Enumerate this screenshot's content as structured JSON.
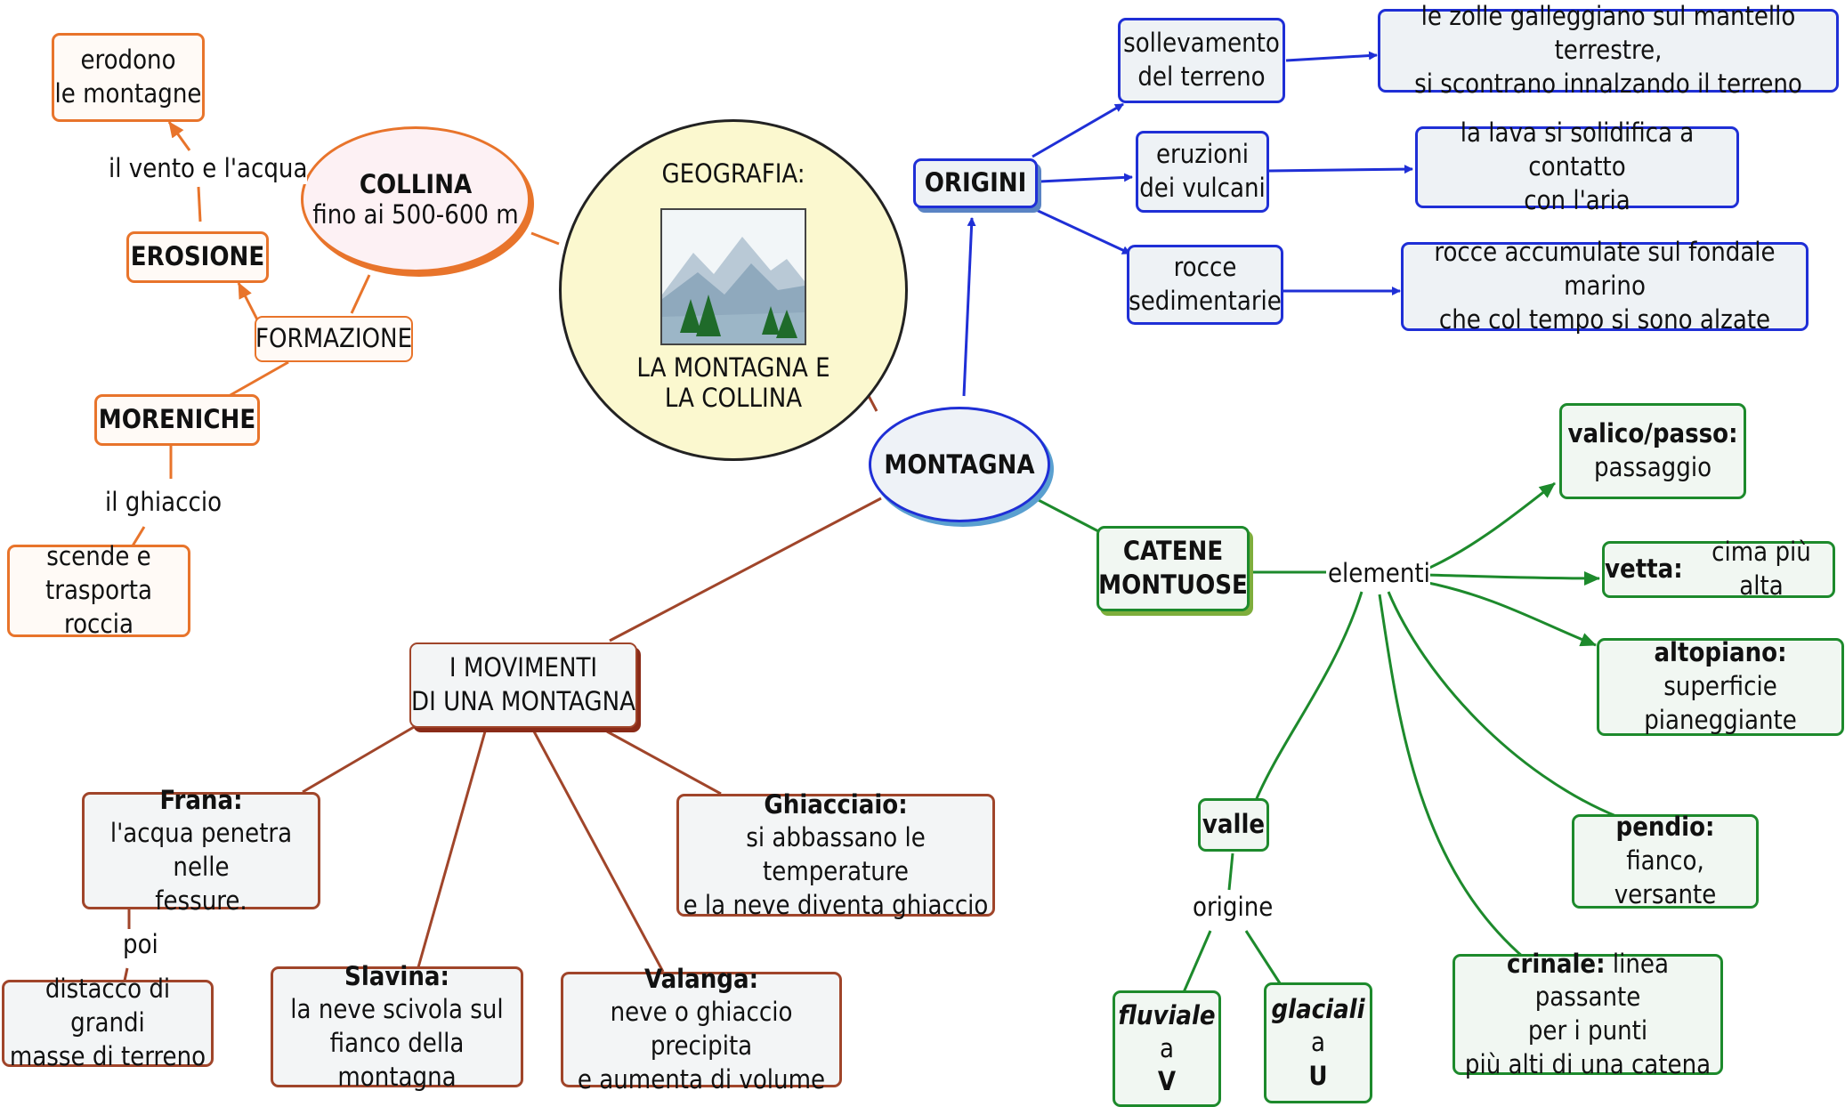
{
  "central": {
    "line1": "GEOGRAFIA:",
    "line2": "LA MONTAGNA E",
    "line3": "LA COLLINA"
  },
  "montagna": "MONTAGNA",
  "collina": {
    "title": "COLLINA",
    "sub": "fino ai 500-600 m"
  },
  "collina_branch": {
    "erodono": [
      "erodono",
      "le montagne"
    ],
    "vento_label": "il vento e l'acqua",
    "erosione": "EROSIONE",
    "formazione": "FORMAZIONE",
    "moreniche": "MORENICHE",
    "ghiaccio_label": "il ghiaccio",
    "scende": [
      "scende e",
      "trasporta roccia"
    ]
  },
  "origini": {
    "title": "ORIGINI",
    "items": [
      {
        "cause": [
          "sollevamento",
          "del terreno"
        ],
        "effect": [
          "le zolle galleggiano sul mantello terrestre,",
          "si scontrano innalzando il terreno"
        ]
      },
      {
        "cause": [
          "eruzioni",
          "dei vulcani"
        ],
        "effect": [
          "la lava si solidifica a contatto",
          "con l'aria"
        ]
      },
      {
        "cause": [
          "rocce",
          "sedimentarie"
        ],
        "effect": [
          "rocce accumulate sul fondale marino",
          "che col tempo si sono alzate"
        ]
      }
    ]
  },
  "catene": {
    "title": [
      "CATENE",
      "MONTUOSE"
    ],
    "elementi_label": "elementi",
    "valico": {
      "term": "valico/passo:",
      "def": "passaggio"
    },
    "vetta": {
      "term": "vetta:",
      "def": "cima più alta"
    },
    "altopiano": {
      "term": "altopiano:",
      "def1": "superficie",
      "def2": "pianeggiante"
    },
    "pendio": {
      "term": "pendio:",
      "def": "fianco, versante"
    },
    "crinale": {
      "term": "crinale:",
      "def1": "linea passante",
      "def2": "per i punti",
      "def3": "più alti di una catena"
    },
    "valle": "valle",
    "origine_label": "origine",
    "fluviale": {
      "term": "fluviale",
      "a": "a",
      "letter": "V"
    },
    "glaciali": {
      "term": "glaciali",
      "a": "a",
      "letter": "U"
    }
  },
  "movimenti": {
    "title": [
      "I MOVIMENTI",
      "DI UNA MONTAGNA"
    ],
    "frana": {
      "term": "Frana:",
      "def": [
        "l'acqua penetra nelle",
        "fessure."
      ]
    },
    "poi_label": "poi",
    "distacco": [
      "distacco di grandi",
      "masse di terreno"
    ],
    "slavina": {
      "term": "Slavina:",
      "def": [
        "la neve scivola sul",
        "fianco della montagna"
      ]
    },
    "valanga": {
      "term": "Valanga:",
      "def": [
        "neve o ghiaccio precipita",
        "e aumenta di volume"
      ]
    },
    "ghiacciaio": {
      "term": "Ghiacciaio:",
      "def": [
        "si abbassano le temperature",
        "e la neve diventa ghiaccio"
      ]
    }
  },
  "colors": {
    "orange": "#e8742b",
    "blue": "#1f2fd6",
    "green": "#1d8a2c",
    "brown": "#a0452a",
    "central_fill": "#fbf8cf"
  }
}
